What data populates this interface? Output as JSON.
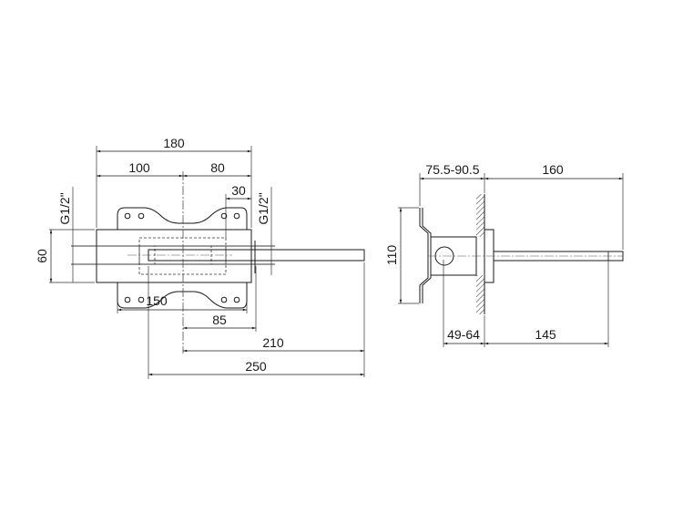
{
  "front_view": {
    "dim_overall_width": "180",
    "dim_left_to_center": "100",
    "dim_center_to_right": "80",
    "dim_right_offset": "30",
    "dim_height": "60",
    "dim_inlet_left": "G1/2\"",
    "dim_inlet_right": "G1/2\"",
    "dim_plate_width": "150",
    "dim_center_to_flange": "85",
    "dim_center_to_spout_end": "210",
    "dim_total_length": "250"
  },
  "side_view": {
    "dim_wall_depth": "75.5-90.5",
    "dim_projection": "160",
    "dim_plate_height": "110",
    "dim_adjust_range": "49-64",
    "dim_spout_length": "145"
  }
}
